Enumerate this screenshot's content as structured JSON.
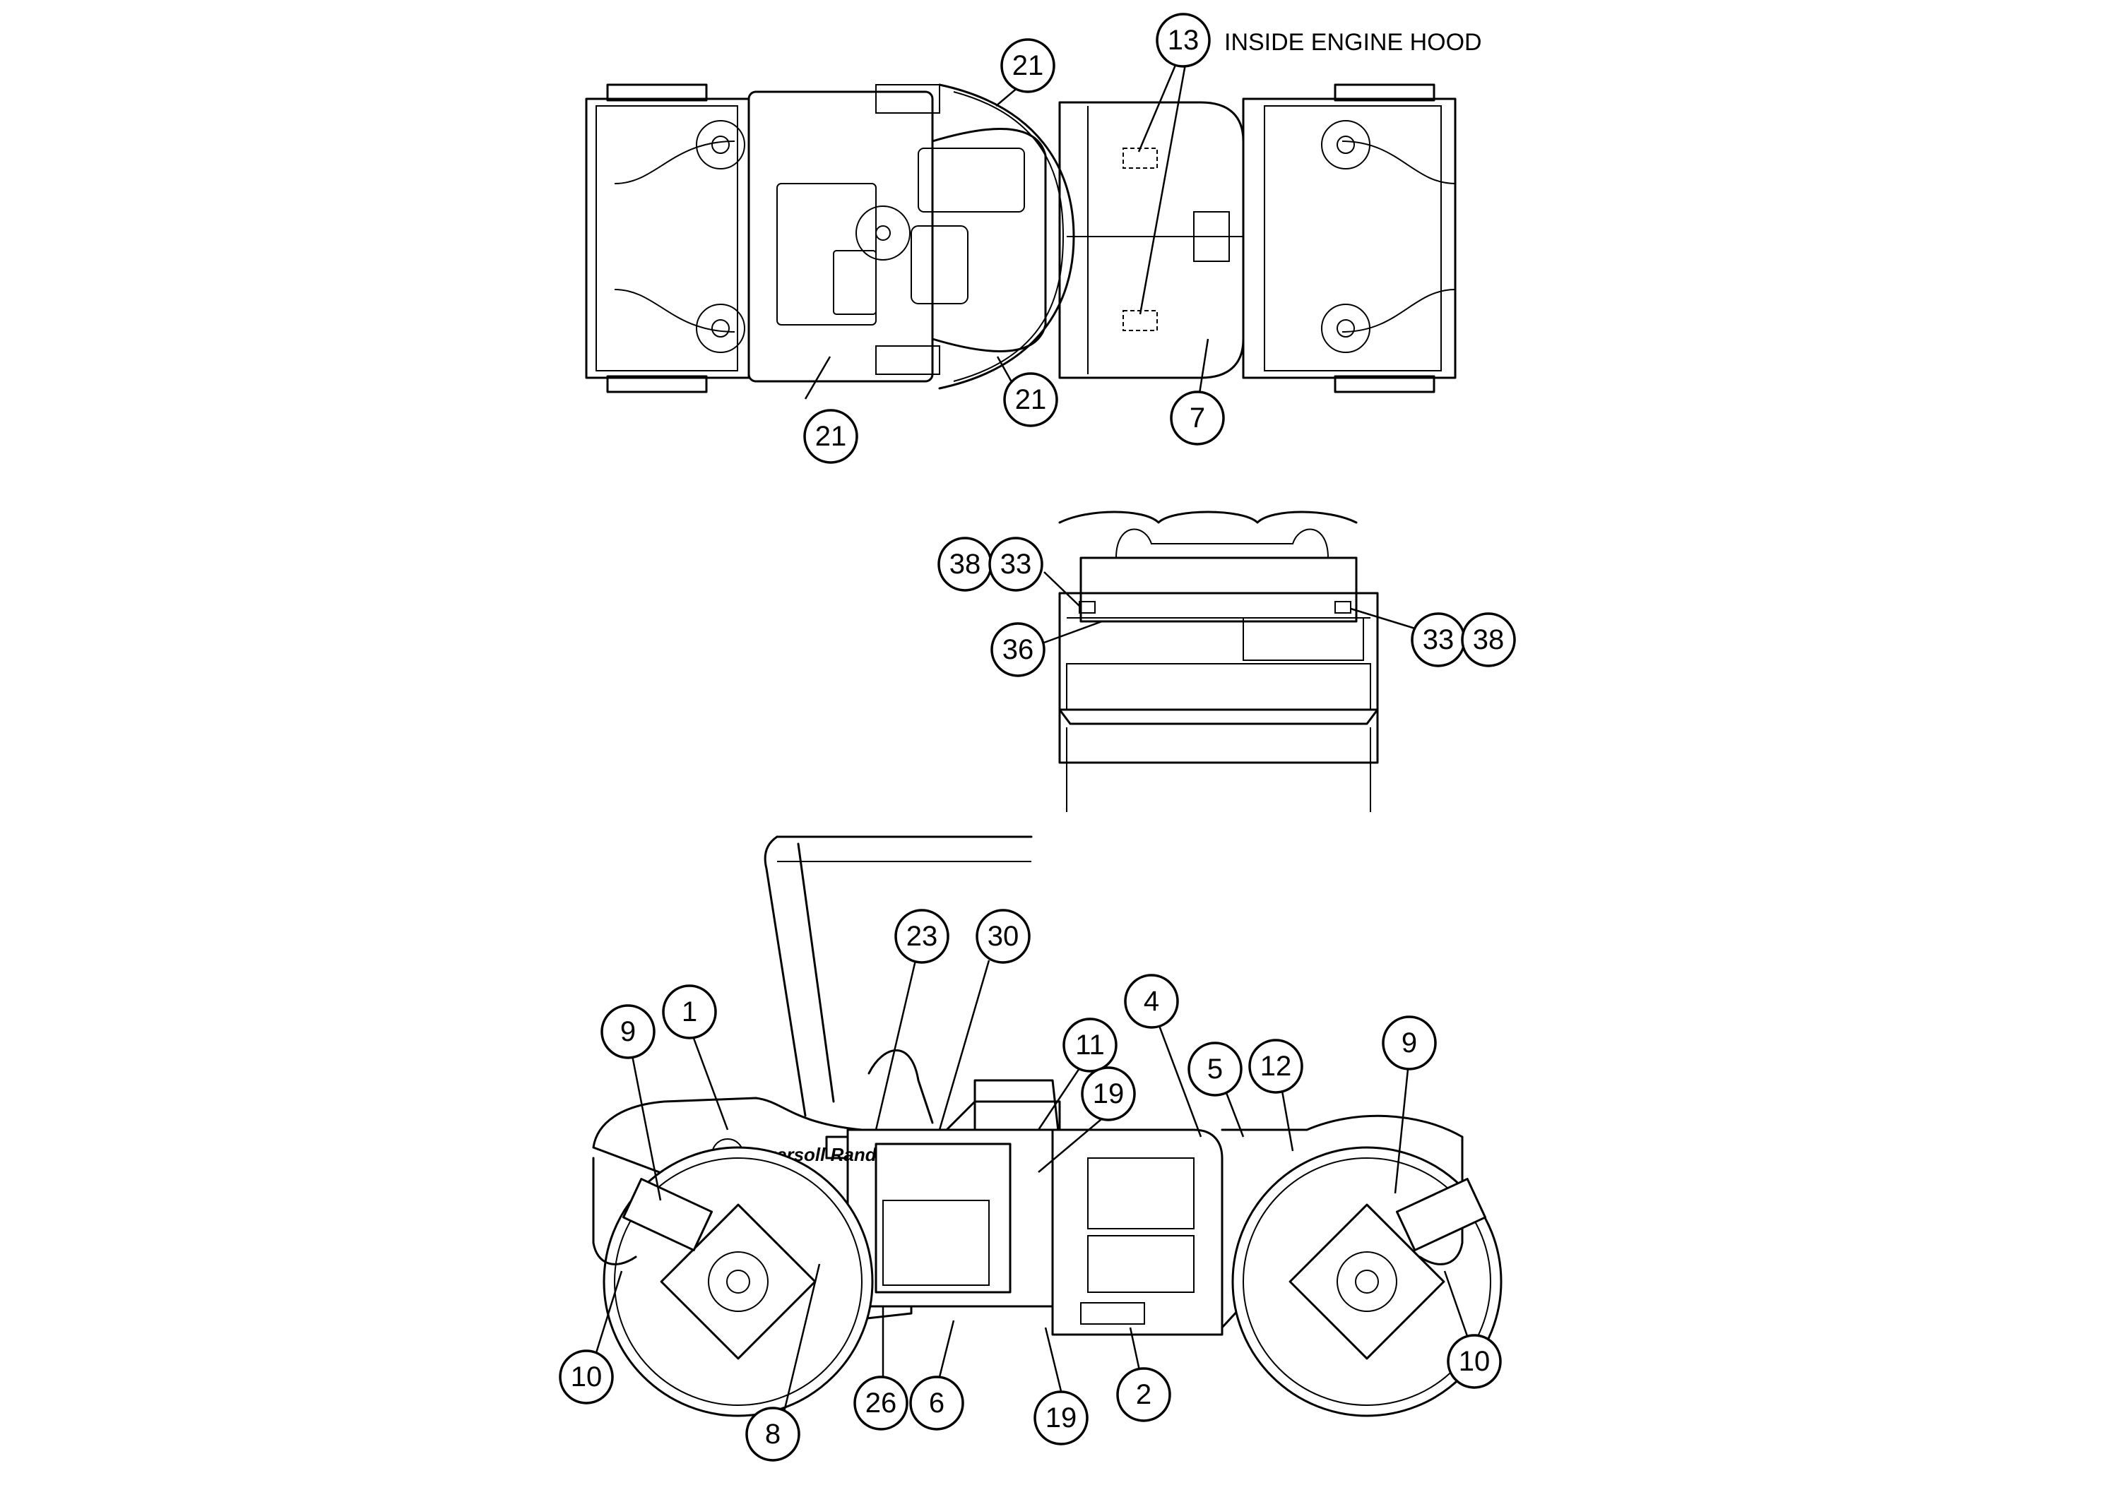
{
  "colors": {
    "line": "#000000",
    "background": "#ffffff"
  },
  "note": "INSIDE ENGINE HOOD",
  "brand": "Ingersoll Rand",
  "callouts": [
    {
      "id": "c13",
      "label": "13"
    },
    {
      "id": "c21-top",
      "label": "21"
    },
    {
      "id": "c21-right",
      "label": "21"
    },
    {
      "id": "c21-left",
      "label": "21"
    },
    {
      "id": "c7",
      "label": "7"
    },
    {
      "id": "c38-left",
      "label": "38"
    },
    {
      "id": "c33-left",
      "label": "33"
    },
    {
      "id": "c36",
      "label": "36"
    },
    {
      "id": "c33-right",
      "label": "33"
    },
    {
      "id": "c38-right",
      "label": "38"
    },
    {
      "id": "c23",
      "label": "23"
    },
    {
      "id": "c30",
      "label": "30"
    },
    {
      "id": "c4",
      "label": "4"
    },
    {
      "id": "c1",
      "label": "1"
    },
    {
      "id": "c9-left",
      "label": "9"
    },
    {
      "id": "c11",
      "label": "11"
    },
    {
      "id": "c19-top",
      "label": "19"
    },
    {
      "id": "c5",
      "label": "5"
    },
    {
      "id": "c12",
      "label": "12"
    },
    {
      "id": "c9-right",
      "label": "9"
    },
    {
      "id": "c10-left",
      "label": "10"
    },
    {
      "id": "c10-right",
      "label": "10"
    },
    {
      "id": "c26",
      "label": "26"
    },
    {
      "id": "c6",
      "label": "6"
    },
    {
      "id": "c19-bottom",
      "label": "19"
    },
    {
      "id": "c2",
      "label": "2"
    },
    {
      "id": "c8",
      "label": "8"
    }
  ]
}
